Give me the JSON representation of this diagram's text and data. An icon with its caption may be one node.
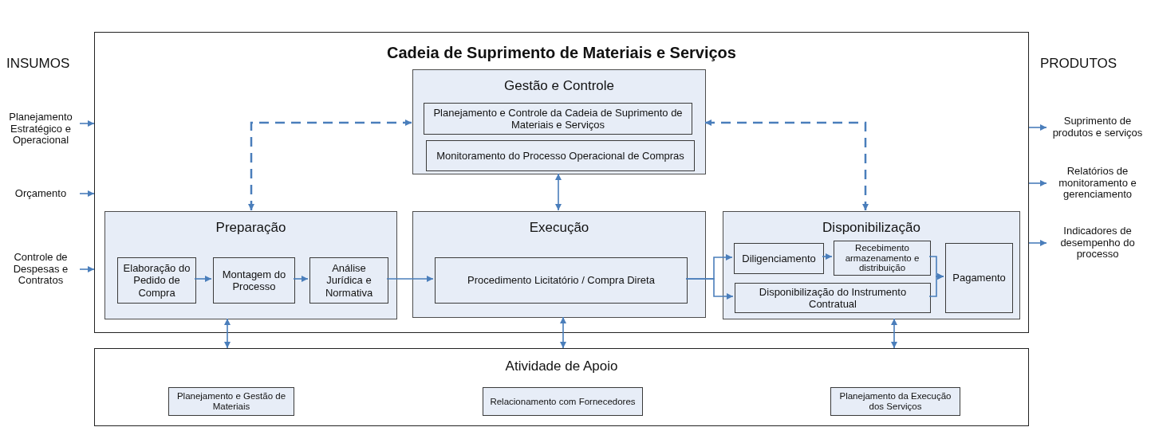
{
  "diagram": {
    "nodes": [
      {
        "text": [
          "Cadeia de Suprimento de Materiais e Serviços"
        ]
      },
      {
        "text": [
          "Gestão e Controle"
        ],
        "in": 0
      },
      {
        "text": [
          "Planejamento e Controle da Cadeia de Suprimento de Materiais e Serviços"
        ],
        "in": 1
      },
      {
        "text": [
          "Monitoramento do Processo Operacional de Compras"
        ],
        "in": 1
      },
      {
        "text": [
          "Preparação"
        ],
        "in": 0
      },
      {
        "text": [
          "Elaboração do Pedido de Compra"
        ],
        "in": 4
      },
      {
        "text": [
          "Montagem do Processo"
        ],
        "in": 4
      },
      {
        "text": [
          "Análise Jurídica e Normativa"
        ],
        "in": 4
      },
      {
        "text": [
          "Execução"
        ],
        "in": 0
      },
      {
        "text": [
          "Procedimento Licitatório / Compra Direta"
        ],
        "in": 8
      },
      {
        "text": [
          "Disponibilização"
        ],
        "in": 0
      },
      {
        "text": [
          "Diligenciamento"
        ],
        "in": 10
      },
      {
        "text": [
          "Recebimento armazenamento e distribuição"
        ],
        "in": 10
      },
      {
        "text": [
          "Disponibilização do Instrumento Contratual"
        ],
        "in": 10
      },
      {
        "text": [
          "Pagamento"
        ],
        "in": 10
      },
      {
        "text": [
          "Atividade de Apoio"
        ]
      },
      {
        "text": [
          "Planejamento e Gestão de Materiais"
        ],
        "in": 15
      },
      {
        "text": [
          "Relacionamento com Fornecedores"
        ],
        "in": 15
      },
      {
        "text": [
          "Planejamento da Execução dos Serviços"
        ],
        "in": 15
      },
      {
        "text": [
          "Planejamento Estratégico e Operacional"
        ]
      },
      {
        "text": [
          "Orçamento"
        ]
      },
      {
        "text": [
          "Controle de Despesas e Contratos"
        ]
      },
      {
        "text": [
          "Suprimento de produtos e serviços"
        ]
      },
      {
        "text": [
          "Relatórios de monitoramento e gerenciamento"
        ]
      },
      {
        "text": [
          "Indicadores de desempenho do processo"
        ]
      }
    ],
    "edges": [
      {
        "from": 19,
        "to": 0,
        "arrow": "to"
      },
      {
        "from": 20,
        "to": 0,
        "arrow": "to"
      },
      {
        "from": 21,
        "to": 0,
        "arrow": "to"
      },
      {
        "from": 0,
        "to": 22,
        "arrow": "to"
      },
      {
        "from": 0,
        "to": 23,
        "arrow": "to"
      },
      {
        "from": 0,
        "to": 24,
        "arrow": "to"
      },
      {
        "from": 4,
        "to": 1,
        "arrow": "both",
        "style": "dashed"
      },
      {
        "from": 1,
        "to": 10,
        "arrow": "both",
        "style": "dashed"
      },
      {
        "from": 1,
        "to": 8,
        "arrow": "both"
      },
      {
        "from": 5,
        "to": 6,
        "arrow": "to"
      },
      {
        "from": 6,
        "to": 7,
        "arrow": "to"
      },
      {
        "from": 7,
        "to": 9,
        "arrow": "to"
      },
      {
        "from": 9,
        "to": 11,
        "arrow": "to"
      },
      {
        "from": 9,
        "to": 13,
        "arrow": "to"
      },
      {
        "from": 11,
        "to": 12,
        "arrow": "to"
      },
      {
        "from": 12,
        "to": 14,
        "arrow": "to"
      },
      {
        "from": 13,
        "to": 14,
        "arrow": "to"
      },
      {
        "from": 4,
        "to": 15,
        "arrow": "both"
      },
      {
        "from": 8,
        "to": 15,
        "arrow": "both"
      },
      {
        "from": 10,
        "to": 15,
        "arrow": "both"
      }
    ],
    "labels": [
      "INSUMOS",
      "PRODUTOS"
    ]
  }
}
